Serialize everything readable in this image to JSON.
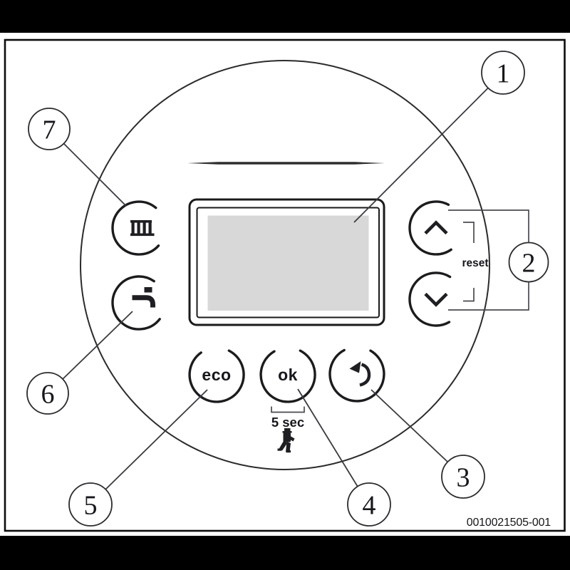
{
  "meta": {
    "doc_number": "0010021505-001"
  },
  "callouts": [
    {
      "n": "1"
    },
    {
      "n": "2"
    },
    {
      "n": "3"
    },
    {
      "n": "4"
    },
    {
      "n": "5"
    },
    {
      "n": "6"
    },
    {
      "n": "7"
    }
  ],
  "buttons": {
    "heating": {
      "icon": "radiator-icon"
    },
    "hot_water": {
      "icon": "tap-icon"
    },
    "up": {
      "icon": "chevron-up-icon"
    },
    "down": {
      "icon": "chevron-down-icon"
    },
    "eco": {
      "label": "eco"
    },
    "ok": {
      "label": "ok"
    },
    "back": {
      "icon": "back-arrow-icon"
    }
  },
  "labels": {
    "reset": "reset",
    "hold_time": "5 sec"
  },
  "icons": {
    "service": "chimney-sweep-icon"
  },
  "colors": {
    "screen": "#d8d8d8",
    "line": "#1f1f23",
    "letterbox": "#000000",
    "background": "#ffffff"
  }
}
